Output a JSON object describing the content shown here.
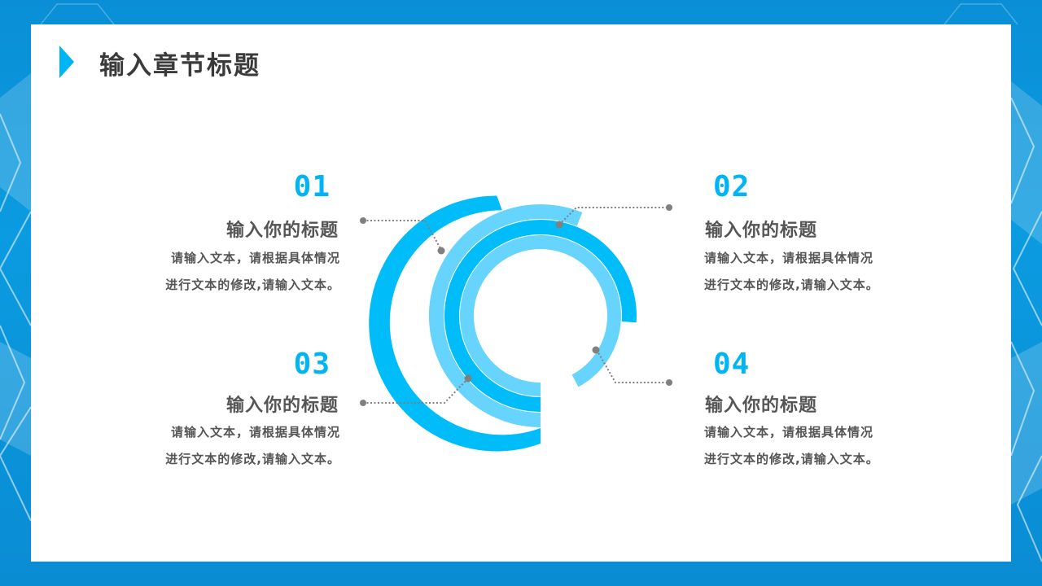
{
  "slide": {
    "title": "输入章节标题",
    "colors": {
      "accent": "#00b4f5",
      "accent_light": "#66d4fc",
      "text": "#555555",
      "title": "#3a3a3a",
      "connector": "#808080",
      "frame": "#0b95db"
    }
  },
  "items": [
    {
      "number": "01",
      "title": "输入你的标题",
      "desc_line1": "请输入文本，请根据具体情况",
      "desc_line2": "进行文本的修改,请输入文本。"
    },
    {
      "number": "02",
      "title": "输入你的标题",
      "desc_line1": "请输入文本，请根据具体情况",
      "desc_line2": "进行文本的修改,请输入文本。"
    },
    {
      "number": "03",
      "title": "输入你的标题",
      "desc_line1": "请输入文本，请根据具体情况",
      "desc_line2": "进行文本的修改,请输入文本。"
    },
    {
      "number": "04",
      "title": "输入你的标题",
      "desc_line1": "请输入文本，请根据具体情况",
      "desc_line2": "进行文本的修改,请输入文本。"
    }
  ],
  "diagram": {
    "type": "concentric-arc-rings",
    "rings": [
      {
        "index": 1,
        "color": "dark",
        "end_label": "01"
      },
      {
        "index": 2,
        "color": "light",
        "end_label": "02"
      },
      {
        "index": 3,
        "color": "dark",
        "end_label": "04"
      },
      {
        "index": 4,
        "color": "light",
        "end_label": "03"
      }
    ]
  }
}
